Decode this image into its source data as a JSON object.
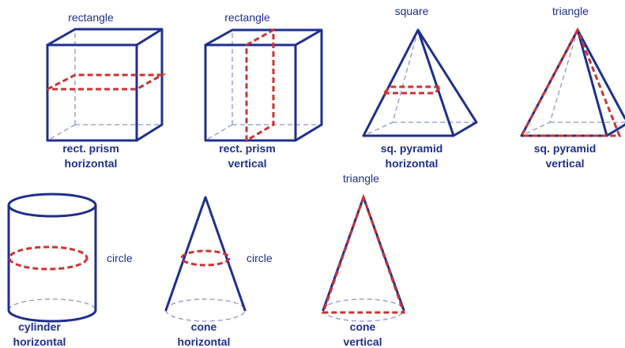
{
  "colors": {
    "outline": "#1f2f8c",
    "hidden_edge": "#8e96c8",
    "cross_section": "#cc3333"
  },
  "figures": [
    {
      "solid": "rect. prism",
      "cut": "horizontal",
      "section": "rectangle"
    },
    {
      "solid": "rect. prism",
      "cut": "vertical",
      "section": "rectangle"
    },
    {
      "solid": "sq. pyramid",
      "cut": "horizontal",
      "section": "square"
    },
    {
      "solid": "sq. pyramid",
      "cut": "vertical",
      "section": "triangle"
    },
    {
      "solid": "cylinder",
      "cut": "horizontal",
      "section": "circle"
    },
    {
      "solid": "cone",
      "cut": "horizontal",
      "section": "circle"
    },
    {
      "solid": "cone",
      "cut": "vertical",
      "section": "triangle"
    }
  ]
}
